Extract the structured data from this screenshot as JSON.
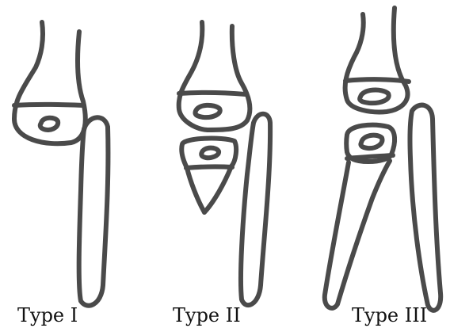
{
  "types": [
    {
      "label": "Type I"
    },
    {
      "label": "Type II"
    },
    {
      "label": "Type III"
    }
  ],
  "colors": {
    "stroke": "#4a4a4a",
    "background": "#ffffff",
    "text": "#111111"
  }
}
